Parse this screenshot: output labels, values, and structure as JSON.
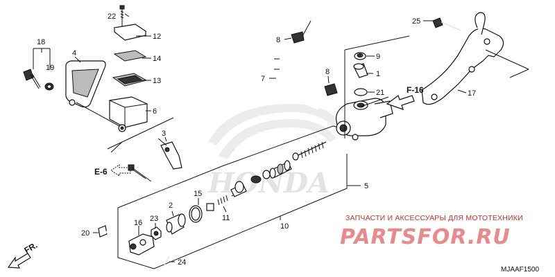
{
  "callouts": {
    "c1": "1",
    "c2": "2",
    "c3": "3",
    "c4": "4",
    "c5": "5",
    "c6": "6",
    "c7": "7",
    "c8a": "8",
    "c8b": "8",
    "c9": "9",
    "c10": "10",
    "c11": "11",
    "c12": "12",
    "c13": "13",
    "c14": "14",
    "c15": "15",
    "c16": "16",
    "c17": "17",
    "c18": "18",
    "c19": "19",
    "c20": "20",
    "c21": "21",
    "c22": "22",
    "c23": "23",
    "c24": "24",
    "c25": "25"
  },
  "refs": {
    "f16": "F-16",
    "e6": "E-6"
  },
  "direction": {
    "fr": "FR."
  },
  "watermark": {
    "brand_bg": "HONDA",
    "shop_caption": "ЗАПЧАСТИ И АКСЕССУАРЫ ДЛЯ МОТОТЕХНИКИ",
    "shop_name": "PARTSFOR.RU"
  },
  "diagram_code": "MJAAF1500",
  "colors": {
    "ink": "#111111",
    "watermark_red": "#cc2b2b",
    "watermark_pink": "#e98a8a",
    "honda_grey": "#e3e3e3"
  }
}
